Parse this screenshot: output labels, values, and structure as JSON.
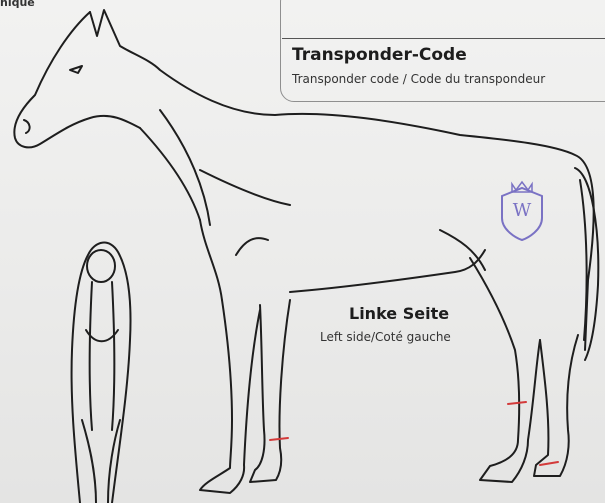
{
  "header": {
    "corner_text": "nique"
  },
  "transponder": {
    "title": "Transponder-Code",
    "subtitle": "Transponder code / Code du transpondeur"
  },
  "diagram": {
    "side_title": "Linke Seite",
    "side_subtitle": "Left side/Coté gauche"
  },
  "stamp": {
    "letter": "W",
    "color": "#7a72c4"
  },
  "marking_color": "#d33a3a"
}
